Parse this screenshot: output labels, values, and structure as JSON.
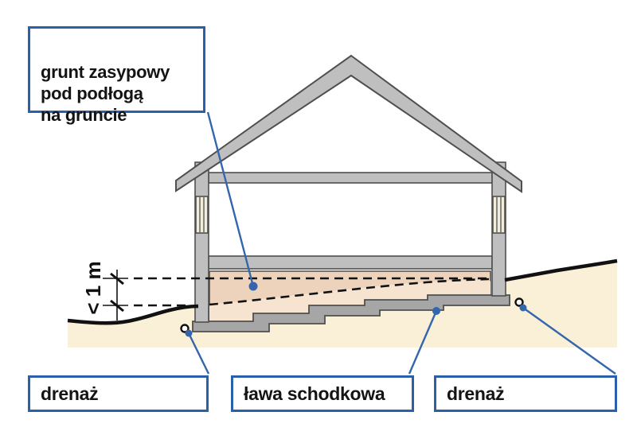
{
  "callouts": {
    "backfill": {
      "label": "grunt zasypowy\npod podłogą\nna gruncie"
    },
    "drain_left": {
      "label": "drenaż"
    },
    "stepped_footing": {
      "label": "ława schodkowa"
    },
    "drain_right": {
      "label": "drenaż"
    }
  },
  "dimension": {
    "label": "< 1 m"
  },
  "colors": {
    "accent_blue": "#2a5faa",
    "leader_blue": "#3366ad",
    "structure_gray": "#bfbfbf",
    "footing_gray": "#a6a6a6",
    "backfill_upper": "#eed3bc",
    "backfill_lower": "#f6e4d1",
    "ground_tan": "#faf0d8",
    "window_cream": "#f2edda",
    "outline_dark": "#4f4f4f",
    "line_black": "#111111"
  }
}
